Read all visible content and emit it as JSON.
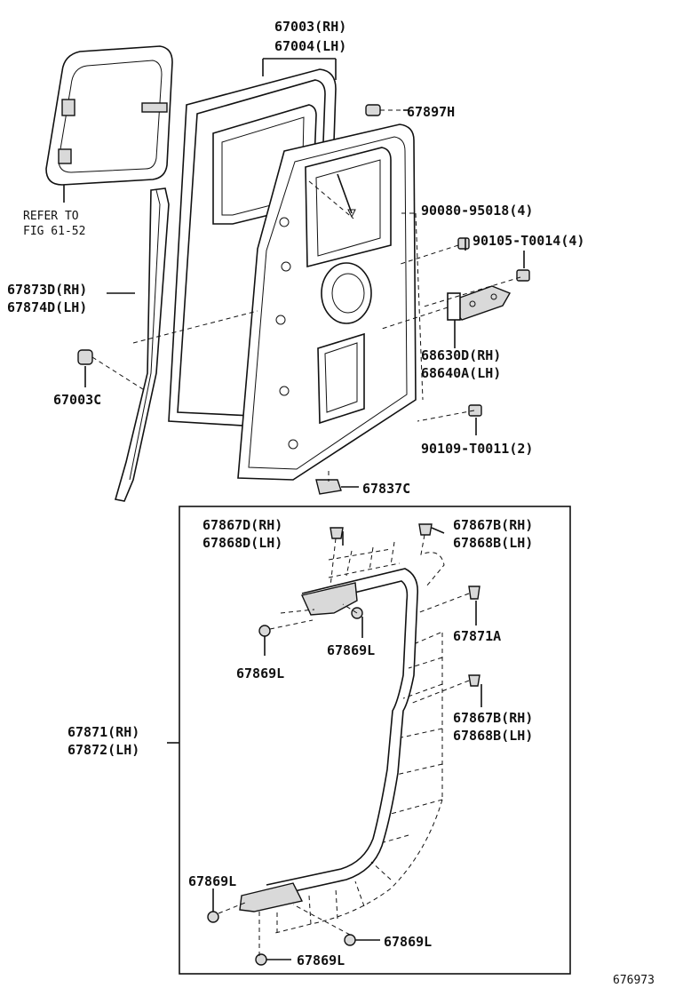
{
  "labels": {
    "door_frame": [
      "67003(RH)",
      "67004(LH)"
    ],
    "clip_top": "67897H",
    "refer": [
      "REFER TO",
      "FIG 61-52"
    ],
    "screw1": "90080-95018(4)",
    "screw2": "90105-T0014(4)",
    "weatherstrip": [
      "67873D(RH)",
      "67874D(LH)"
    ],
    "hinge": [
      "68630D(RH)",
      "68640A(LH)"
    ],
    "cushion": "67003C",
    "bolt": "90109-T0011(2)",
    "stopper": "67837C",
    "clip_d": [
      "67867D(RH)",
      "67868D(LH)"
    ],
    "clip_b_top": [
      "67867B(RH)",
      "67868B(LH)"
    ],
    "clip_l1": "67869L",
    "clip_l2": "67869L",
    "clip_a": "67871A",
    "clip_b_mid": [
      "67867B(RH)",
      "67868B(LH)"
    ],
    "seal": [
      "67871(RH)",
      "67872(LH)"
    ],
    "clip_l3": "67869L",
    "clip_l4": "67869L",
    "clip_l5": "67869L",
    "diagram_no": "676973"
  }
}
